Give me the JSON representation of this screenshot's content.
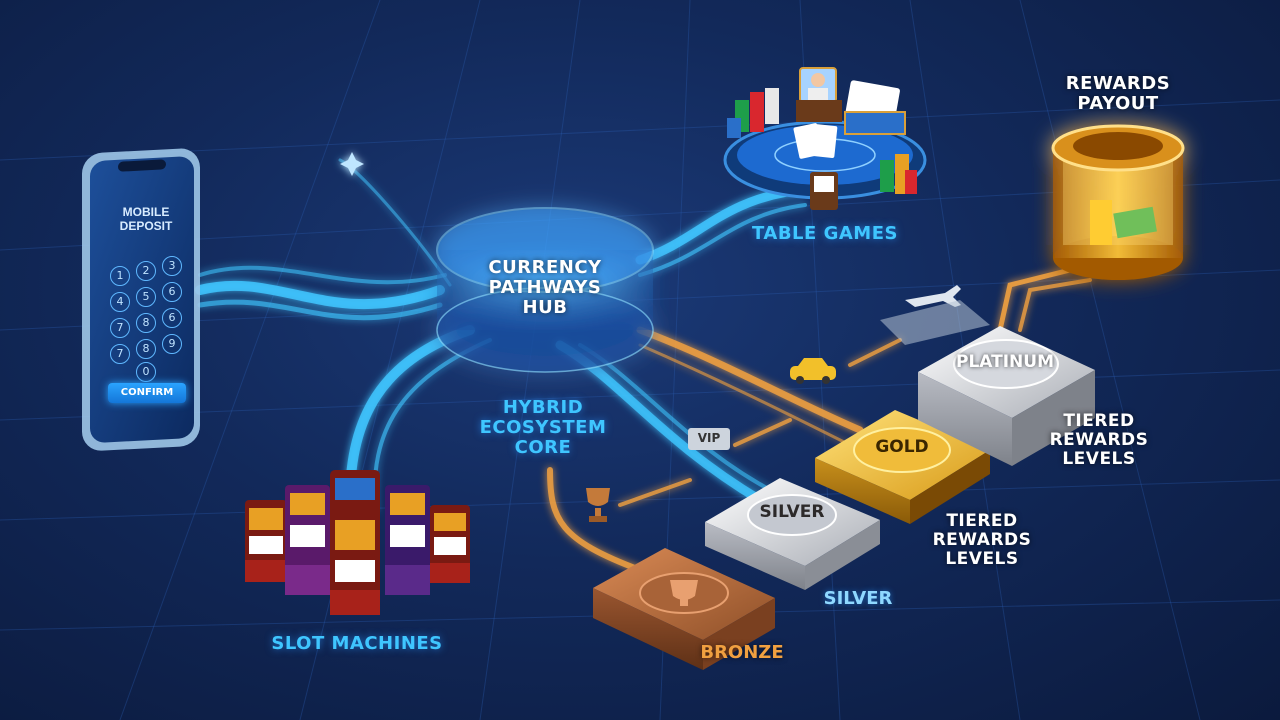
{
  "phone": {
    "title": "MOBILE DEPOSIT",
    "keys": [
      "1",
      "2",
      "3",
      "4",
      "5",
      "6",
      "7",
      "8",
      "6",
      "7",
      "8",
      "9",
      "0"
    ],
    "confirm_label": "CONFIRM"
  },
  "hub": {
    "label": "CURRENCY PATHWAYS HUB"
  },
  "core": {
    "label": "HYBRID ECOSYSTEM CORE"
  },
  "table_games": {
    "label": "TABLE GAMES"
  },
  "slots": {
    "label": "SLOT MACHINES"
  },
  "rewards_payout": {
    "label": "REWARDS PAYOUT"
  },
  "tiers": {
    "bronze": "BRONZE",
    "silver_block": "SILVER",
    "silver_caption": "SILVER",
    "gold": "GOLD",
    "platinum": "PLATINUM",
    "tiered_upper": "TIERED REWARDS LEVELS",
    "tiered_lower": "TIERED REWARDS LEVELS"
  },
  "perks": {
    "vip_tag": "VIP"
  },
  "colors": {
    "background": "#12295a",
    "flow_blue": "#3fc6ff",
    "flow_orange": "#f0a040",
    "gold": "#e8b530",
    "bronze": "#b87040",
    "silver": "#c8ccd4",
    "platinum": "#d5d8de"
  }
}
